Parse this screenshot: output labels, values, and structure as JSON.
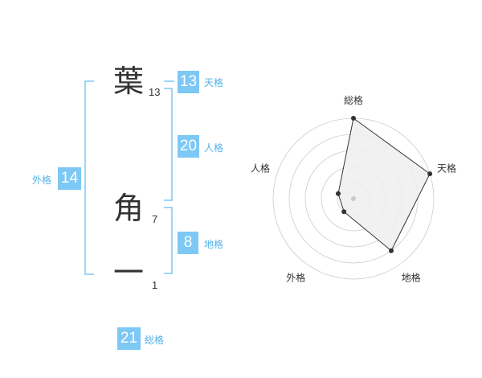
{
  "name": {
    "chars": [
      {
        "char": "葉",
        "strokes": "13"
      },
      {
        "char": "角",
        "strokes": "7"
      },
      {
        "char": "一",
        "strokes": "1"
      }
    ]
  },
  "fortunes": {
    "tenkaku": {
      "value": "13",
      "label": "天格"
    },
    "jinkaku": {
      "value": "20",
      "label": "人格"
    },
    "chikaku": {
      "value": "8",
      "label": "地格"
    },
    "gaikaku": {
      "value": "14",
      "label": "外格"
    },
    "soukaku": {
      "value": "21",
      "label": "総格"
    }
  },
  "colors": {
    "accent": "#7dc8f5",
    "accent_text": "#55b2ea",
    "bracket": "#7dc8f5",
    "radar_fill": "#efefef",
    "radar_line": "#333333"
  },
  "chart_data": {
    "type": "radar",
    "axes": [
      "総格",
      "天格",
      "地格",
      "外格",
      "人格"
    ],
    "values": [
      5,
      5,
      4,
      1,
      1
    ],
    "max": 5,
    "grid_rings": 5,
    "grid": true
  }
}
